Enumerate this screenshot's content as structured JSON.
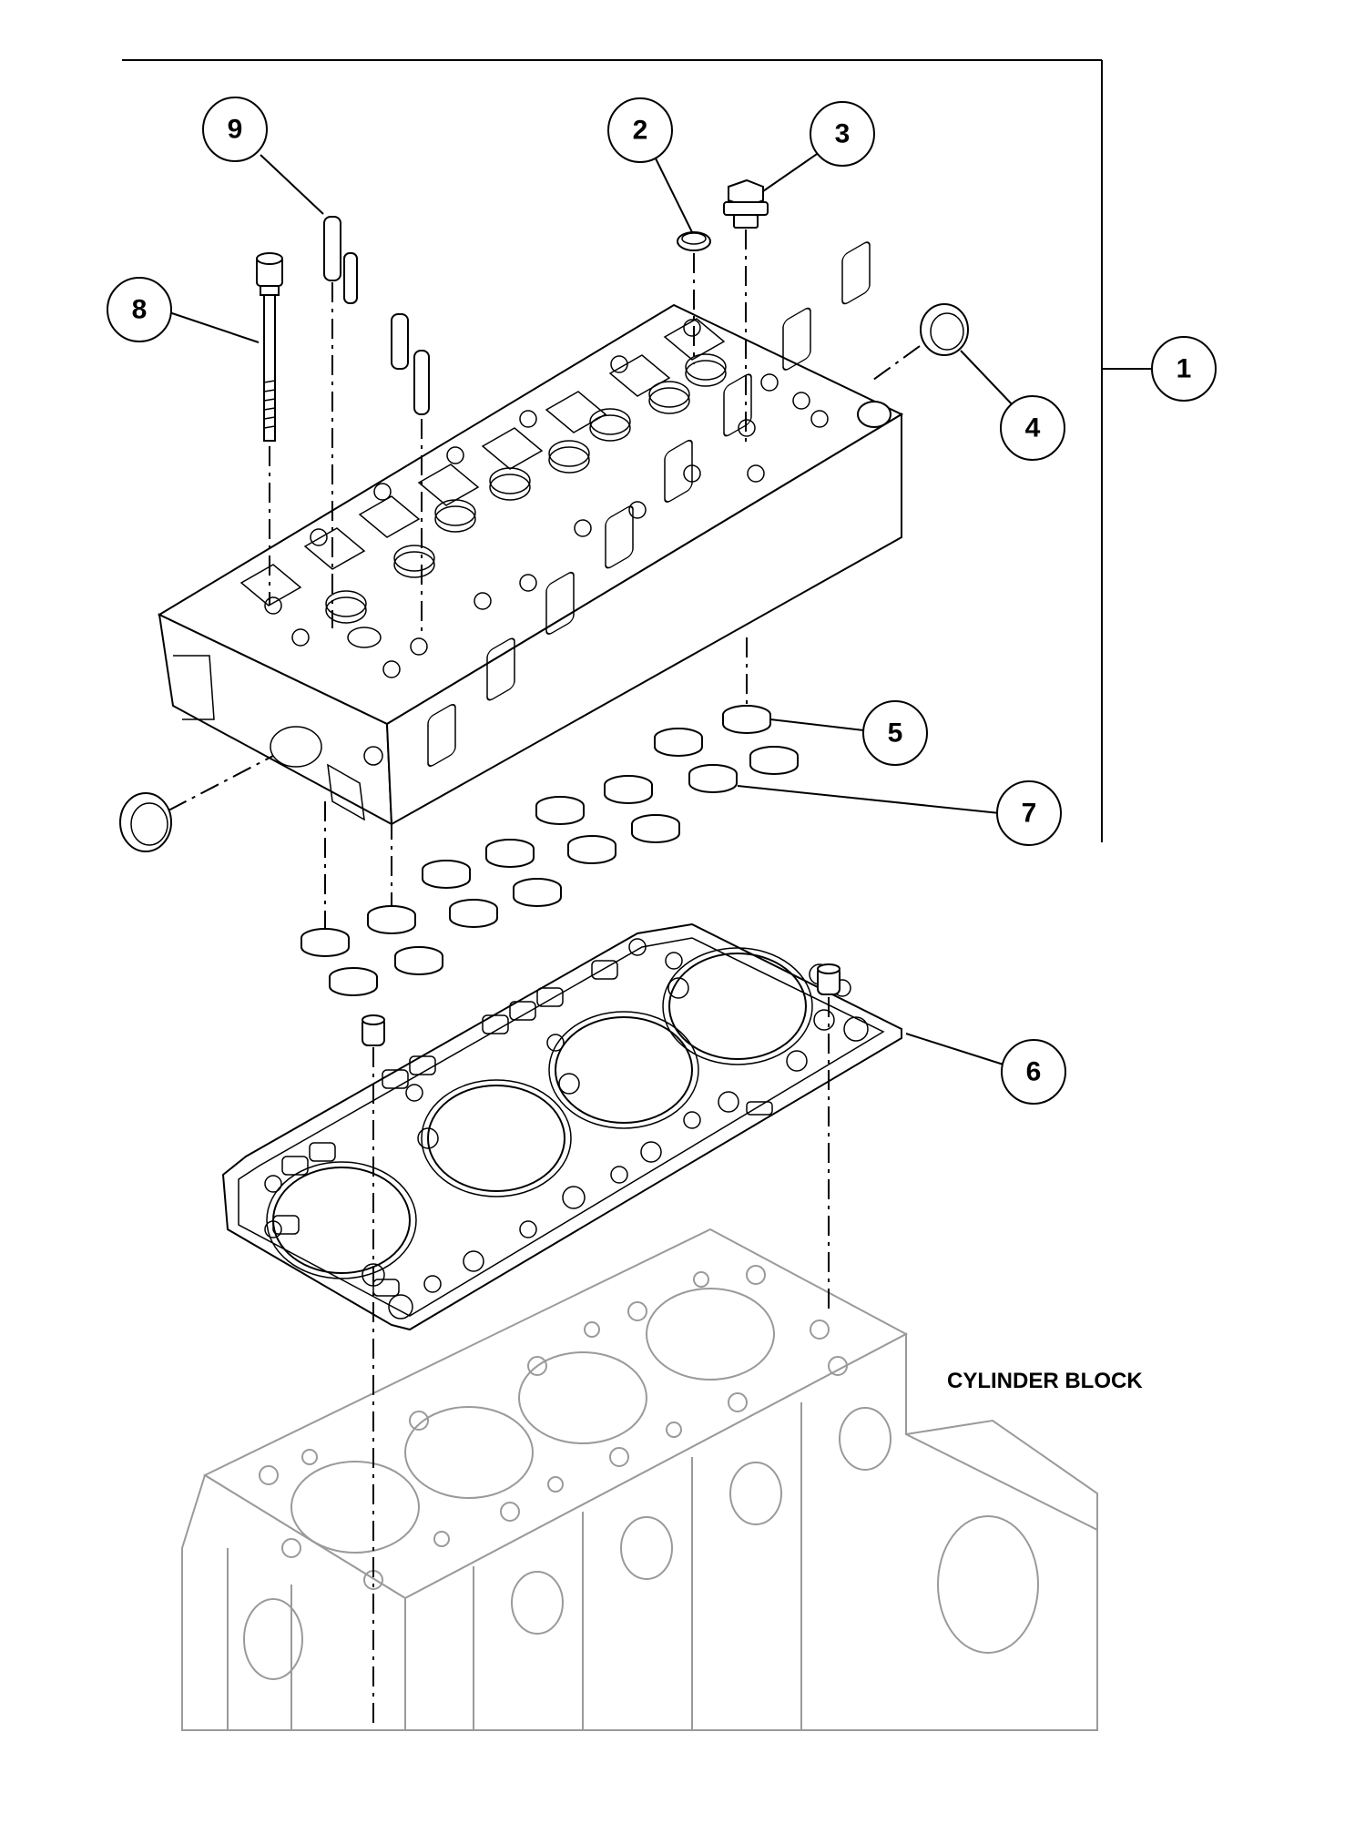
{
  "callouts": [
    {
      "id": "1",
      "label": "1"
    },
    {
      "id": "2",
      "label": "2"
    },
    {
      "id": "3",
      "label": "3"
    },
    {
      "id": "4",
      "label": "4"
    },
    {
      "id": "5",
      "label": "5"
    },
    {
      "id": "6",
      "label": "6"
    },
    {
      "id": "7",
      "label": "7"
    },
    {
      "id": "8",
      "label": "8"
    },
    {
      "id": "9",
      "label": "9"
    }
  ],
  "labels": {
    "cylinder_block": "CYLINDER BLOCK"
  }
}
